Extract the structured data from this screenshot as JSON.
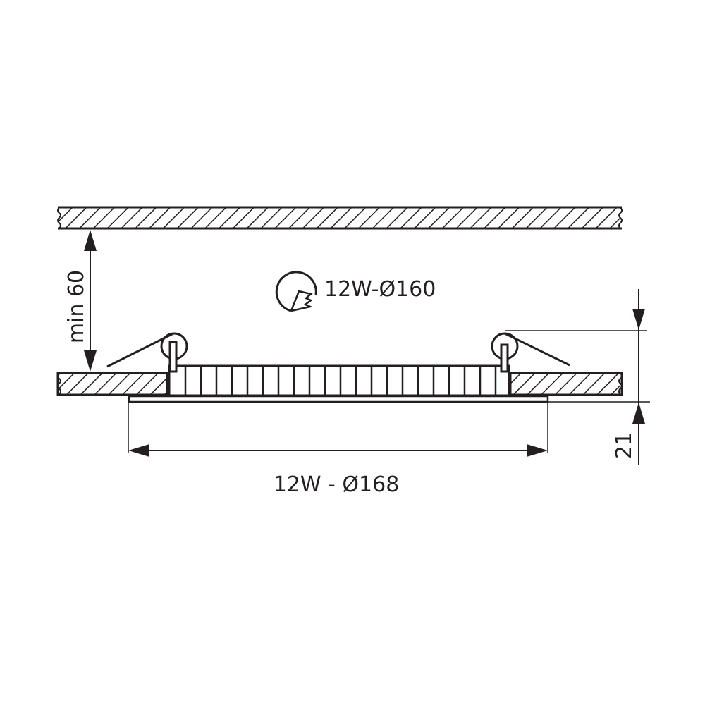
{
  "diagram": {
    "type": "technical-installation-drawing",
    "subject": "recessed LED downlight panel",
    "labels": {
      "cutout": "12W-Ø160",
      "outer_diameter": "12W - Ø168",
      "min_clearance": "min 60",
      "height": "21"
    },
    "icons": {
      "cutout_icon": "hole-saw-icon"
    },
    "colors": {
      "line": "#231f20",
      "background": "#ffffff"
    }
  }
}
